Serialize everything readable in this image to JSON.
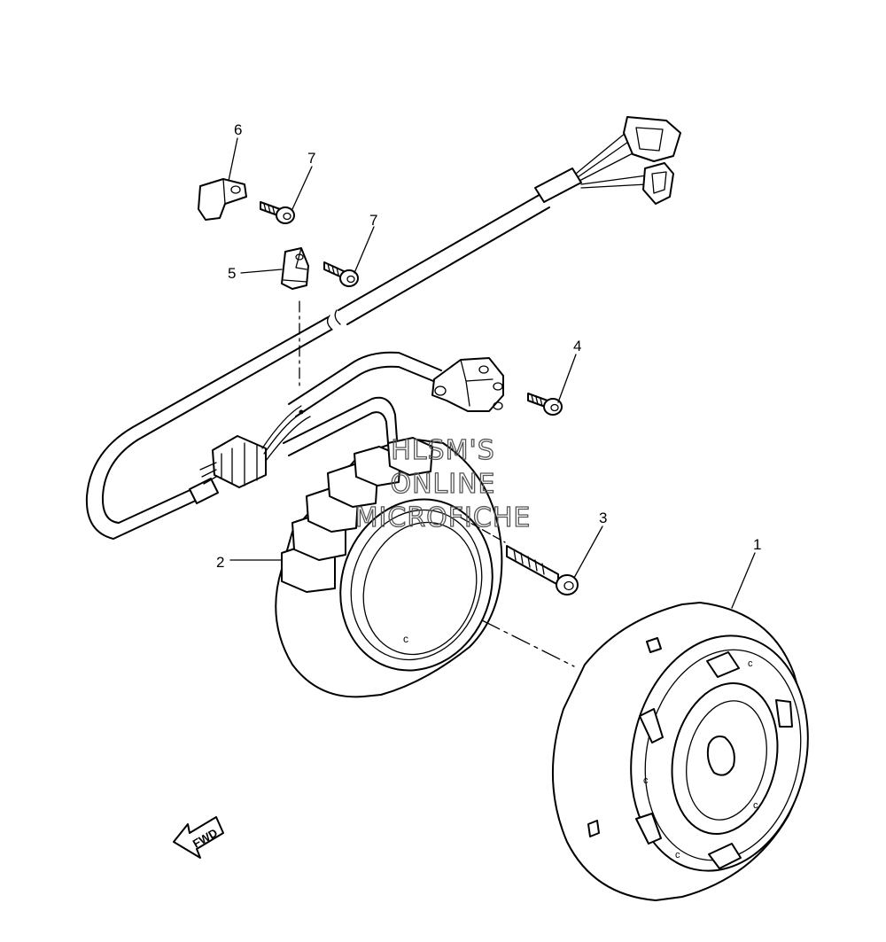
{
  "callouts": [
    {
      "id": "1",
      "label": "1"
    },
    {
      "id": "2",
      "label": "2"
    },
    {
      "id": "3",
      "label": "3"
    },
    {
      "id": "4",
      "label": "4"
    },
    {
      "id": "5",
      "label": "5"
    },
    {
      "id": "6",
      "label": "6"
    },
    {
      "id": "7a",
      "label": "7"
    },
    {
      "id": "7b",
      "label": "7"
    }
  ],
  "watermark": {
    "line1": "HLSM'S",
    "line2": "ONLINE",
    "line3": "MICROFICHE"
  },
  "direction_arrow": {
    "label": "FWD"
  }
}
